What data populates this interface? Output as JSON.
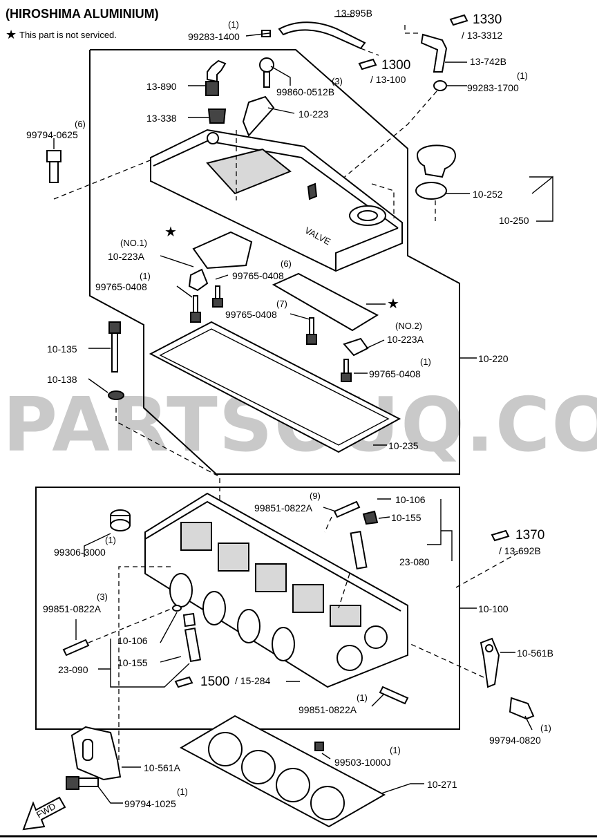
{
  "header": {
    "title": "(HIROSHIMA ALUMINIUM)",
    "note": "This part is not serviced."
  },
  "watermark": "PARTSOUQ.COM",
  "fwd_label": "FWD",
  "refs": {
    "r1330": "1330",
    "r1330_sub": "/ 13-3312",
    "r1300": "1300",
    "r1300_sub": "/ 13-100",
    "r1370": "1370",
    "r1370_sub": "/ 13-692B",
    "r1500": "1500",
    "r1500_sub": "/ 15-284"
  },
  "labels": {
    "p13895b": "13-895B",
    "p99283_1400_q": "(1)",
    "p99283_1400": "99283-1400",
    "p13742b": "13-742B",
    "p99283_1700_q": "(1)",
    "p99283_1700": "99283-1700",
    "p13890": "13-890",
    "p99860_q": "(3)",
    "p99860": "99860-0512B",
    "p13338": "13-338",
    "p10223": "10-223",
    "p99794_0625_q": "(6)",
    "p99794_0625": "99794-0625",
    "p10252": "10-252",
    "p10250": "10-250",
    "p10223a1_no": "(NO.1)",
    "p10223a1": "10-223A",
    "p99765_a_q": "(1)",
    "p99765_a": "99765-0408",
    "p99765_b": "99765-0408",
    "p99765_c_q": "(6)",
    "p99765_c": "99765-0408",
    "p99765_d_q": "(7)",
    "p10223a2_no": "(NO.2)",
    "p10223a2": "10-223A",
    "p99765_e_q": "(1)",
    "p99765_e": "99765-0408",
    "p10135": "10-135",
    "p10138": "10-138",
    "p10220": "10-220",
    "p10235": "10-235",
    "p99851_9_q": "(9)",
    "p99851_9": "99851-0822A",
    "p10106_a": "10-106",
    "p10155_a": "10-155",
    "p23080": "23-080",
    "p99306_q": "(1)",
    "p99306": "99306-3000",
    "p10100": "10-100",
    "p99851_3_q": "(3)",
    "p99851_3": "99851-0822A",
    "p10106_b": "10-106",
    "p10155_b": "10-155",
    "p23090": "23-090",
    "p10561b": "10-561B",
    "p99851_1_q": "(1)",
    "p99851_1": "99851-0822A",
    "p99794_0820_q": "(1)",
    "p99794_0820": "99794-0820",
    "p99503_q": "(1)",
    "p99503": "99503-1000J",
    "p10561a": "10-561A",
    "p99794_1025_q": "(1)",
    "p99794_1025": "99794-1025",
    "p10271": "10-271"
  }
}
